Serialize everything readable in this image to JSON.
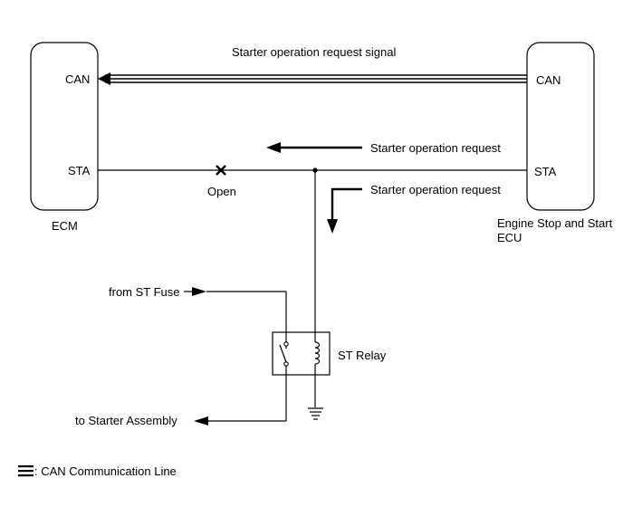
{
  "ecm": {
    "name": "ECM",
    "pin_can": "CAN",
    "pin_sta": "STA"
  },
  "ecu": {
    "name_line1": "Engine Stop and Start",
    "name_line2": "ECU",
    "pin_can": "CAN",
    "pin_sta": "STA"
  },
  "signals": {
    "can_signal": "Starter operation request signal",
    "sta_request_to_ecm": "Starter operation request",
    "sta_request_to_relay": "Starter operation request"
  },
  "fault": {
    "label": "Open"
  },
  "relay": {
    "name": "ST Relay"
  },
  "connections": {
    "from_fuse": "from ST Fuse",
    "to_starter": "to Starter Assembly"
  },
  "legend": {
    "can_line": ": CAN Communication Line"
  }
}
